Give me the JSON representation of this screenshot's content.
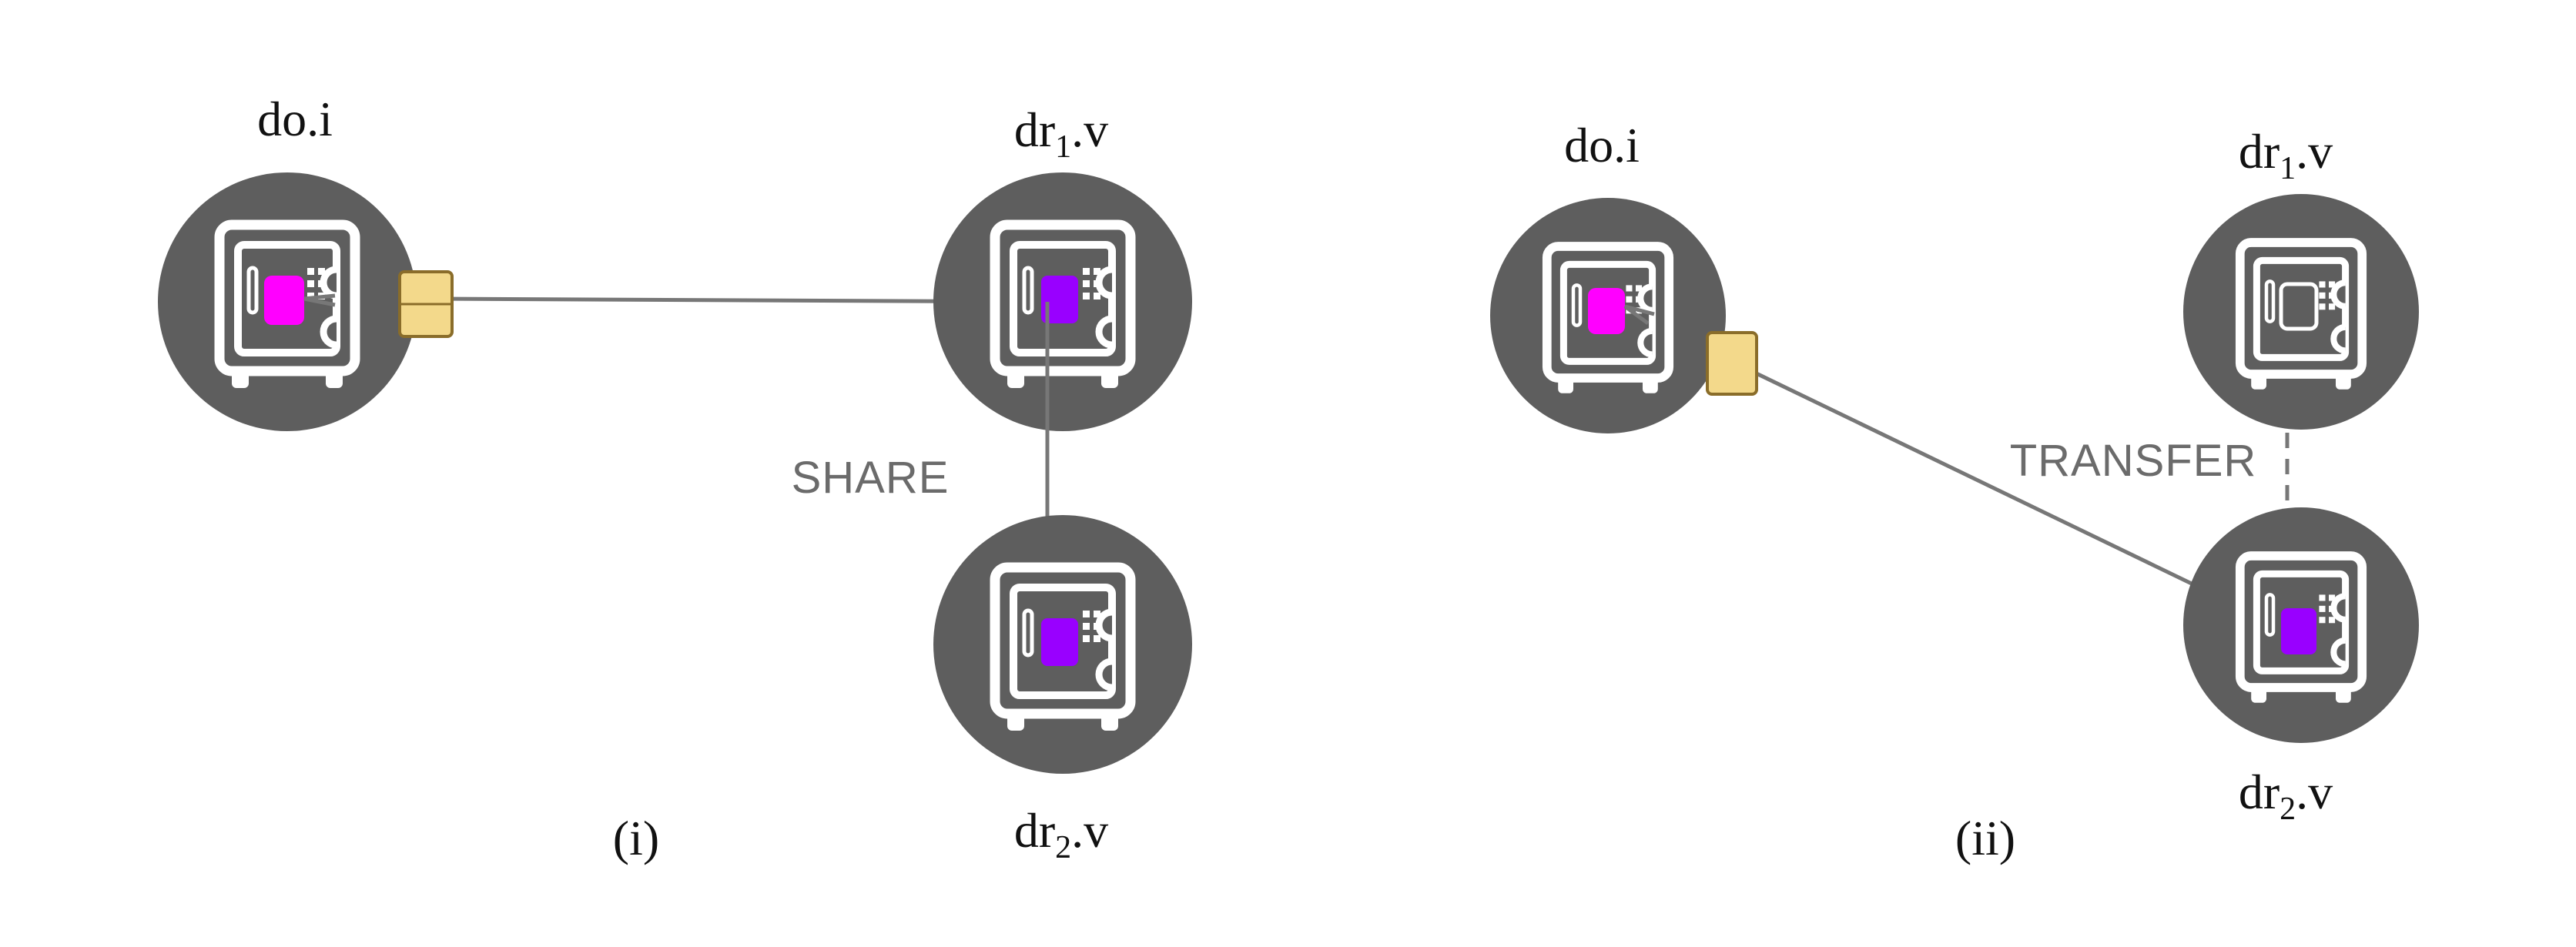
{
  "colors": {
    "node_circle": "#5e5e5e",
    "safe_stroke": "#ffffff",
    "owner_token": "#ff00ff",
    "receiver_token": "#9900ff",
    "key_box": "#f3d98b",
    "key_box_stroke": "#8a6d2a",
    "connector": "#777777"
  },
  "icons": {
    "safe": "safe-icon",
    "key": "key-icon"
  },
  "panels": [
    {
      "label": "(i)",
      "operation": "SHARE",
      "nodes": [
        {
          "id": "owner",
          "base": "do",
          "sub": "",
          "suffix": ".i",
          "token": "owner",
          "holds_token": true
        },
        {
          "id": "receiver1",
          "base": "dr",
          "sub": "1",
          "suffix": ".v",
          "token": "receiver",
          "holds_token": true
        },
        {
          "id": "receiver2",
          "base": "dr",
          "sub": "2",
          "suffix": ".v",
          "token": "receiver",
          "holds_token": true
        }
      ]
    },
    {
      "label": "(ii)",
      "operation": "TRANSFER",
      "nodes": [
        {
          "id": "owner",
          "base": "do",
          "sub": "",
          "suffix": ".i",
          "token": "owner",
          "holds_token": true
        },
        {
          "id": "receiver1",
          "base": "dr",
          "sub": "1",
          "suffix": ".v",
          "token": "empty",
          "holds_token": false
        },
        {
          "id": "receiver2",
          "base": "dr",
          "sub": "2",
          "suffix": ".v",
          "token": "receiver",
          "holds_token": true
        }
      ]
    }
  ]
}
